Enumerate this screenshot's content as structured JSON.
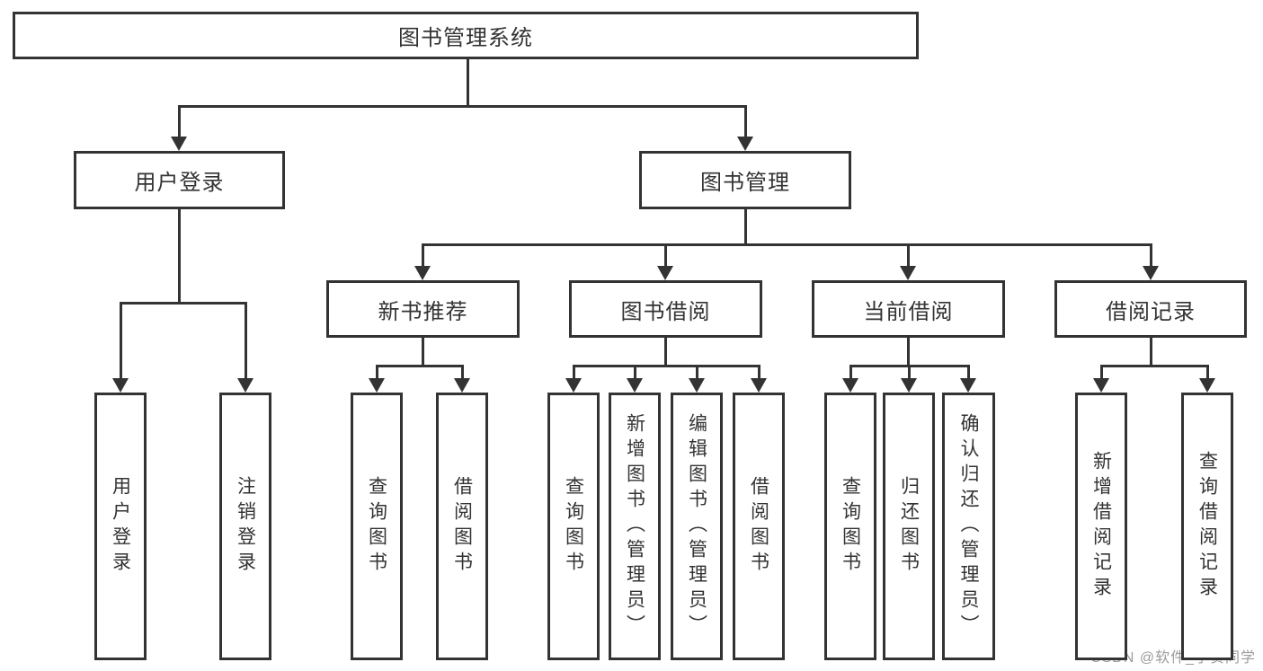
{
  "diagram": {
    "title": "图书管理系统",
    "type": "hierarchy-tree"
  },
  "colors": {
    "line": "#333333",
    "text": "#333333",
    "background": "#ffffff",
    "watermark": "#9b9b9b"
  },
  "watermark": {
    "text": "CSDN @软件_小贺同学"
  },
  "nodes": [
    {
      "id": "root",
      "label": "图书管理系统",
      "level": 1,
      "parent": null
    },
    {
      "id": "user-login",
      "label": "用户登录",
      "level": 2,
      "parent": "root"
    },
    {
      "id": "book-mgmt",
      "label": "图书管理",
      "level": 2,
      "parent": "root"
    },
    {
      "id": "new-book-rec",
      "label": "新书推荐",
      "level": 3,
      "parent": "book-mgmt"
    },
    {
      "id": "book-borrow",
      "label": "图书借阅",
      "level": 3,
      "parent": "book-mgmt"
    },
    {
      "id": "current-borrow",
      "label": "当前借阅",
      "level": 3,
      "parent": "book-mgmt"
    },
    {
      "id": "borrow-records",
      "label": "借阅记录",
      "level": 3,
      "parent": "book-mgmt"
    },
    {
      "id": "leaf-user-login",
      "label": "用户登录",
      "level": 4,
      "parent": "user-login"
    },
    {
      "id": "leaf-logout",
      "label": "注销登录",
      "level": 4,
      "parent": "user-login"
    },
    {
      "id": "leaf-nbr-query",
      "label": "查询图书",
      "level": 4,
      "parent": "new-book-rec"
    },
    {
      "id": "leaf-nbr-borrow",
      "label": "借阅图书",
      "level": 4,
      "parent": "new-book-rec"
    },
    {
      "id": "leaf-bb-query",
      "label": "查询图书",
      "level": 4,
      "parent": "book-borrow"
    },
    {
      "id": "leaf-bb-add",
      "label": "新增图书（管理员）",
      "level": 4,
      "parent": "book-borrow"
    },
    {
      "id": "leaf-bb-edit",
      "label": "编辑图书（管理员）",
      "level": 4,
      "parent": "book-borrow"
    },
    {
      "id": "leaf-bb-borrow",
      "label": "借阅图书",
      "level": 4,
      "parent": "book-borrow"
    },
    {
      "id": "leaf-cb-query",
      "label": "查询图书",
      "level": 4,
      "parent": "current-borrow"
    },
    {
      "id": "leaf-cb-return",
      "label": "归还图书",
      "level": 4,
      "parent": "current-borrow"
    },
    {
      "id": "leaf-cb-confirm",
      "label": "确认归还（管理员）",
      "level": 4,
      "parent": "current-borrow"
    },
    {
      "id": "leaf-br-add",
      "label": "新增借阅记录",
      "level": 4,
      "parent": "borrow-records"
    },
    {
      "id": "leaf-br-query",
      "label": "查询借阅记录",
      "level": 4,
      "parent": "borrow-records"
    }
  ]
}
